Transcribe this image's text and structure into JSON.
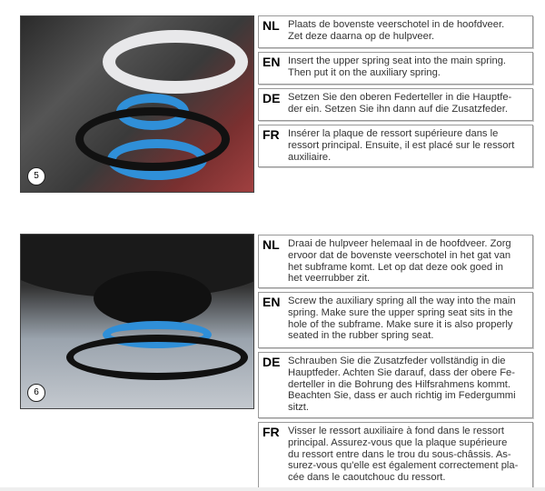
{
  "steps": [
    {
      "number": "5",
      "instructions": [
        {
          "lang": "NL",
          "lines": [
            "Plaats de bovenste veerschotel in de hoofdveer.",
            "Zet deze daarna op de hulpveer."
          ]
        },
        {
          "lang": "EN",
          "lines": [
            "Insert the upper spring seat into the main spring.",
            "Then put it on the auxiliary spring."
          ]
        },
        {
          "lang": "DE",
          "lines": [
            "Setzen Sie den oberen Federteller in die Hauptfe-",
            "der ein. Setzen Sie ihn dann auf die Zusatzfeder."
          ]
        },
        {
          "lang": "FR",
          "lines": [
            "Insérer la plaque de ressort supérieure dans le",
            "ressort principal. Ensuite, il est placé sur le ressort",
            "auxiliaire."
          ]
        }
      ]
    },
    {
      "number": "6",
      "instructions": [
        {
          "lang": "NL",
          "lines": [
            "Draai de hulpveer helemaal in de hoofdveer. Zorg",
            "ervoor dat de bovenste veerschotel in het gat van",
            "het subframe komt. Let op dat deze ook goed in",
            "het veerrubber zit."
          ]
        },
        {
          "lang": "EN",
          "lines": [
            "Screw the auxiliary spring all the way into the main",
            "spring. Make sure the upper spring seat sits in the",
            "hole of the subframe. Make sure it is also properly",
            "seated in the rubber spring seat."
          ]
        },
        {
          "lang": "DE",
          "lines": [
            "Schrauben Sie die Zusatzfeder vollständig in die",
            "Hauptfeder. Achten Sie darauf, dass der obere Fe-",
            "derteller in die Bohrung des Hilfsrahmens kommt.",
            "Beachten Sie, dass er auch richtig im Federgummi",
            "sitzt."
          ]
        },
        {
          "lang": "FR",
          "lines": [
            "Visser le ressort auxiliaire à fond dans le ressort",
            "principal. Assurez-vous que la plaque supérieure",
            "du ressort entre dans le trou du sous-châssis. As-",
            "surez-vous qu'elle est également correctement pla-",
            "cée dans le caoutchouc du ressort."
          ]
        }
      ]
    }
  ]
}
